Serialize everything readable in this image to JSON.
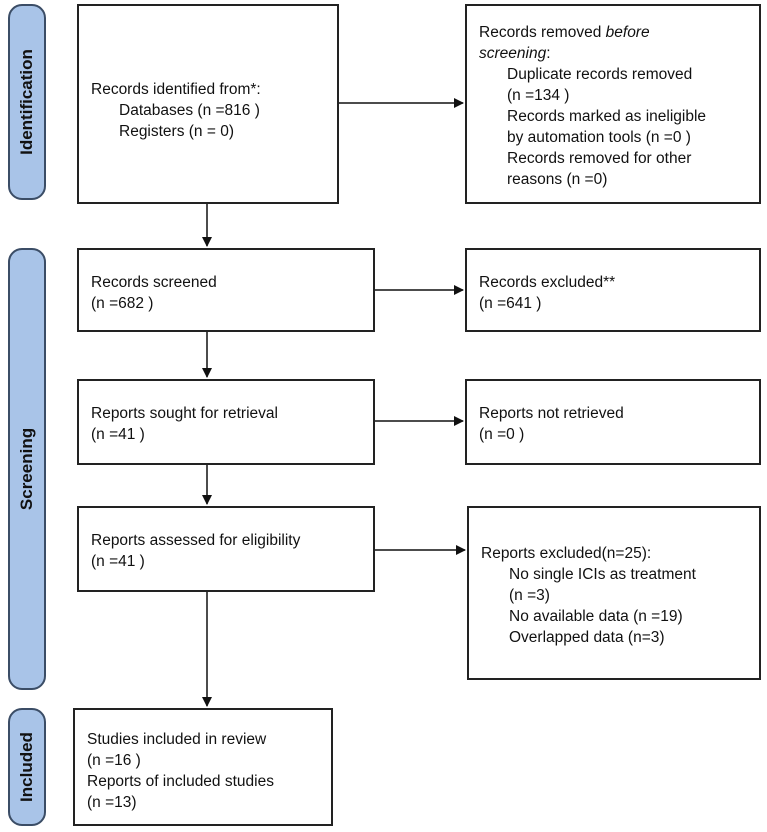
{
  "phases": {
    "identification": "Identification",
    "screening": "Screening",
    "included": "Included"
  },
  "identified": {
    "title": "Records identified from*:",
    "databases": "Databases (n =816 )",
    "registers": "Registers (n = 0)"
  },
  "removed": {
    "title_prefix": "Records removed ",
    "title_em1": "before",
    "title_em2": "screening",
    "title_suffix": ":",
    "duplicates": "Duplicate records removed",
    "duplicates_n": "(n =134 )",
    "ineligible": "Records marked as ineligible",
    "ineligible_n": "by automation tools (n =0 )",
    "other": "Records removed for other",
    "other_n": "reasons (n =0)"
  },
  "screened": {
    "title": "Records screened",
    "n": "(n =682 )"
  },
  "excluded": {
    "title": "Records excluded**",
    "n": "(n =641 )"
  },
  "sought": {
    "title": "Reports sought for retrieval",
    "n": "(n =41 )"
  },
  "not_retrieved": {
    "title": "Reports not retrieved",
    "n": "(n =0 )"
  },
  "assessed": {
    "title": "Reports assessed for eligibility",
    "n": "(n =41 )"
  },
  "reports_excluded": {
    "title": "Reports excluded(n=25):",
    "reason1": "No single ICIs as treatment",
    "reason1_n": "(n =3)",
    "reason2": "No available data (n =19)",
    "reason3": "Overlapped data (n=3)"
  },
  "included": {
    "studies": "Studies included in review",
    "studies_n": "(n =16 )",
    "reports": "Reports of included studies",
    "reports_n": "(n =13)"
  }
}
